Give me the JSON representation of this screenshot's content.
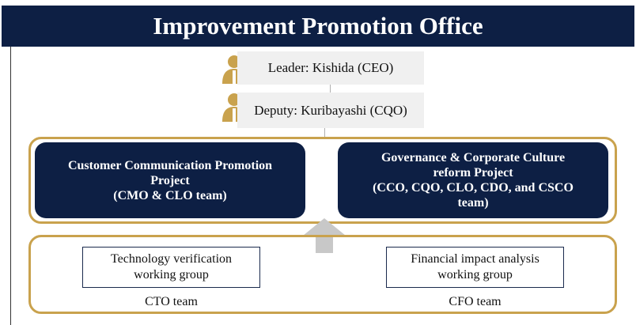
{
  "title": "Improvement Promotion Office",
  "leadership": {
    "leader": "Leader: Kishida (CEO)",
    "deputy": "Deputy: Kuribayashi (CQO)"
  },
  "projects": [
    {
      "label": "Customer Communication Promotion\nProject\n(CMO & CLO team)"
    },
    {
      "label": "Governance & Corporate Culture\nreform Project\n(CCO, CQO, CLO, CDO, and CSCO\nteam)"
    }
  ],
  "working_groups": [
    {
      "label": "Technology verification\nworking group",
      "team": "CTO team"
    },
    {
      "label": "Financial impact analysis\nworking group",
      "team": "CFO team"
    }
  ],
  "colors": {
    "navy": "#0d1f44",
    "gold": "#c9a24d",
    "role_box_bg": "#f0f0f0",
    "arrow": "#c8c8c8"
  }
}
